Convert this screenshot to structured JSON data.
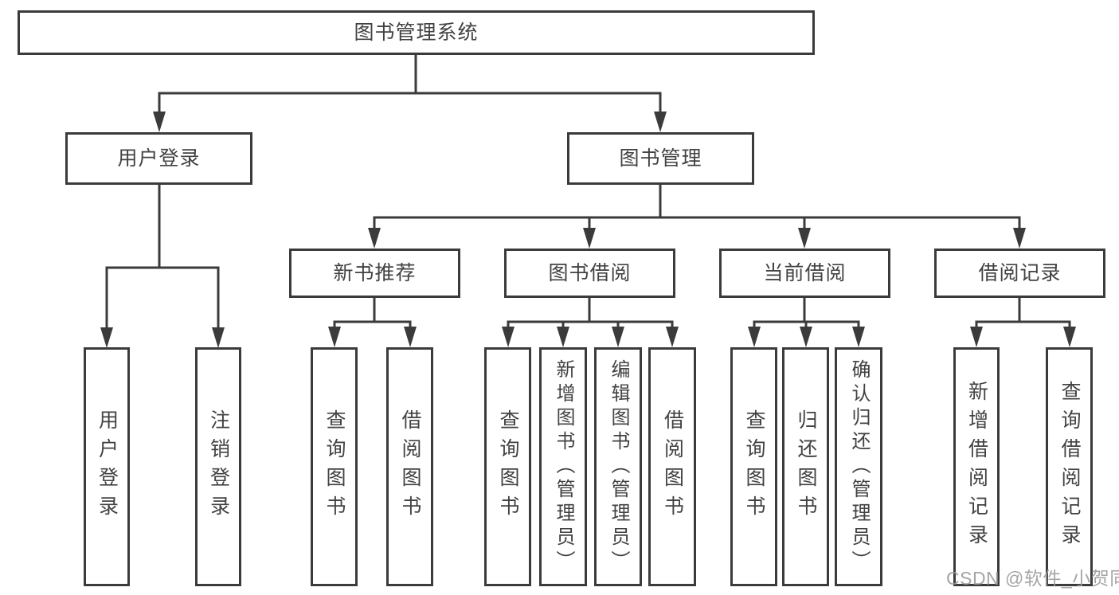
{
  "watermark": "CSDN @软件_小贺同学",
  "colors": {
    "line": "#3b3b3b",
    "text": "#424242",
    "box_background": "#ffffff",
    "watermark": "#9b9b9b"
  },
  "tree": {
    "root": {
      "label": "图书管理系统"
    },
    "branches": [
      {
        "label": "用户登录",
        "children": [
          {
            "label": "用户登录"
          },
          {
            "label": "注销登录"
          }
        ]
      },
      {
        "label": "图书管理",
        "children": [
          {
            "label": "新书推荐",
            "children": [
              {
                "label": "查询图书"
              },
              {
                "label": "借阅图书"
              }
            ]
          },
          {
            "label": "图书借阅",
            "children": [
              {
                "label": "查询图书"
              },
              {
                "label": "新增图书（管理员）"
              },
              {
                "label": "编辑图书（管理员）"
              },
              {
                "label": "借阅图书"
              }
            ]
          },
          {
            "label": "当前借阅",
            "children": [
              {
                "label": "查询图书"
              },
              {
                "label": "归还图书"
              },
              {
                "label": "确认归还（管理员）"
              }
            ]
          },
          {
            "label": "借阅记录",
            "children": [
              {
                "label": "新增借阅记录"
              },
              {
                "label": "查询借阅记录"
              }
            ]
          }
        ]
      }
    ]
  }
}
